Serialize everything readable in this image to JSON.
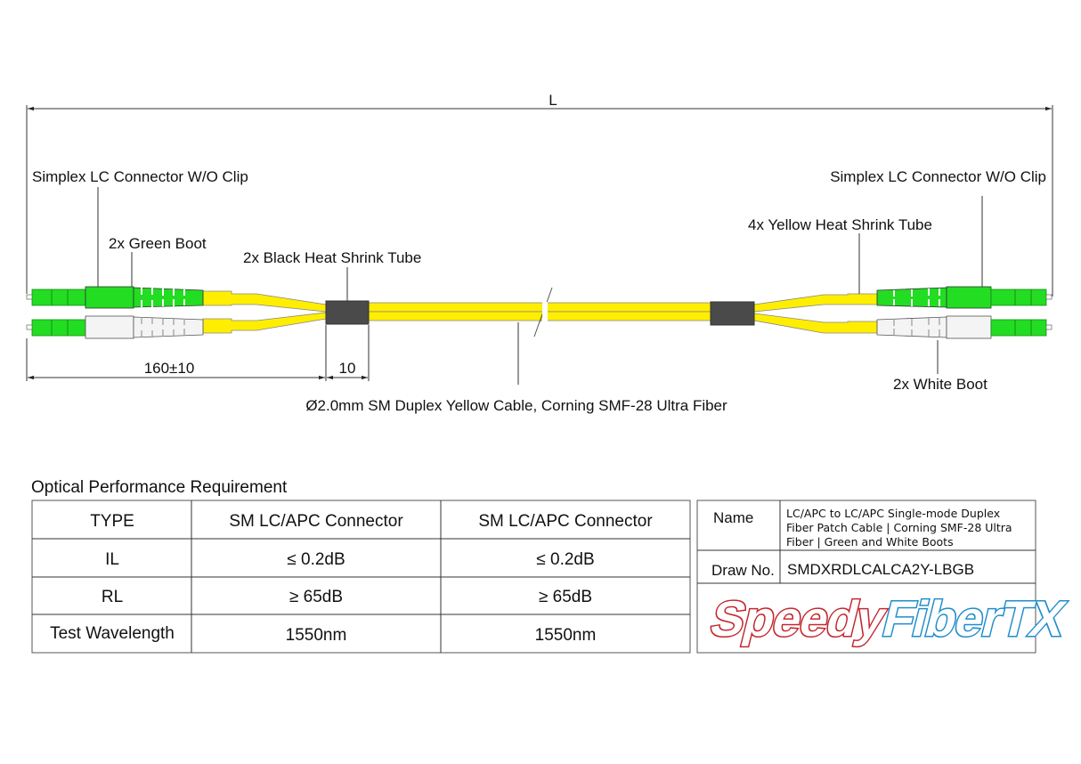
{
  "drawing": {
    "length_label": "L",
    "left_connector_label": "Simplex LC Connector W/O Clip",
    "right_connector_label": "Simplex LC Connector W/O Clip",
    "green_boot_label": "2x Green Boot",
    "black_tube_label": "2x Black Heat Shrink Tube",
    "yellow_tube_label": "4x Yellow Heat Shrink Tube",
    "white_boot_label": "2x White Boot",
    "breakout_dim": "160±10",
    "tube_dim": "10",
    "cable_label": "Ø2.0mm SM Duplex Yellow Cable, Corning SMF-28 Ultra Fiber"
  },
  "colors": {
    "cable": "#ffee00",
    "green": "#22dd22",
    "white_boot": "#f4f4f4",
    "shrink_tube": "#4a4a4a",
    "logo_red": "#c4262e",
    "logo_blue": "#1e8ccc"
  },
  "performance": {
    "title": "Optical Performance Requirement",
    "headers": [
      "TYPE",
      "SM LC/APC Connector",
      "SM LC/APC Connector"
    ],
    "rows": [
      [
        "IL",
        "≤ 0.2dB",
        "≤ 0.2dB"
      ],
      [
        "RL",
        "≥ 65dB",
        "≥ 65dB"
      ],
      [
        "Test Wavelength",
        "1550nm",
        "1550nm"
      ]
    ]
  },
  "titleblock": {
    "name_label": "Name",
    "name_lines": [
      "LC/APC to LC/APC Single-mode Duplex",
      "Fiber Patch Cable | Corning SMF-28 Ultra",
      "Fiber | Green and White Boots"
    ],
    "draw_no_label": "Draw No.",
    "draw_no": "SMDXRDLCALCA2Y-LBGB",
    "logo_red": "Speedy",
    "logo_blue": "FiberTX"
  }
}
